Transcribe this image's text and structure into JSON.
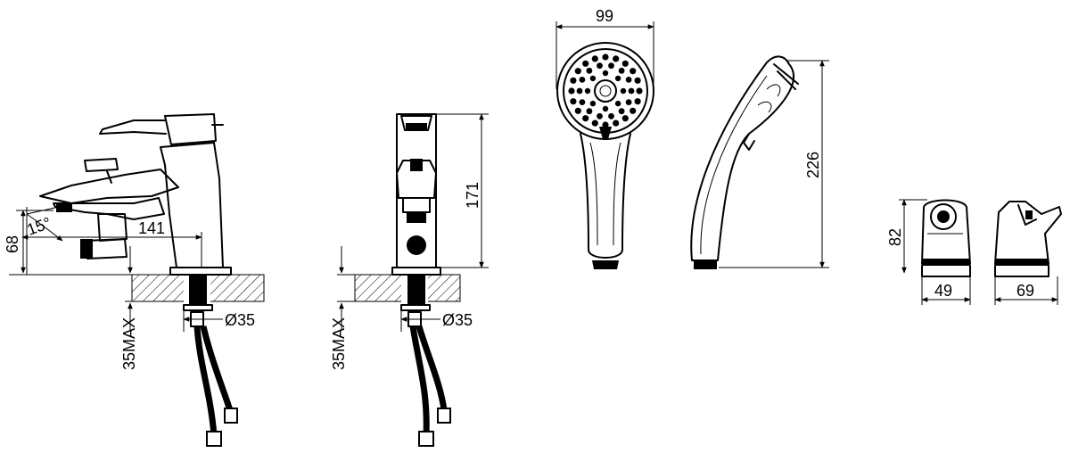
{
  "dimensions": {
    "spout_reach": "141",
    "spout_angle": "15°",
    "outlet_height": "68",
    "pipe_diameter_front": "Ø35",
    "max_thickness_front": "35MAX",
    "total_height": "171",
    "pipe_diameter_side": "Ø35",
    "max_thickness_side": "35MAX",
    "head_width": "99",
    "shower_length": "226",
    "holder_height": "82",
    "holder_width": "49",
    "holder_depth": "69"
  }
}
